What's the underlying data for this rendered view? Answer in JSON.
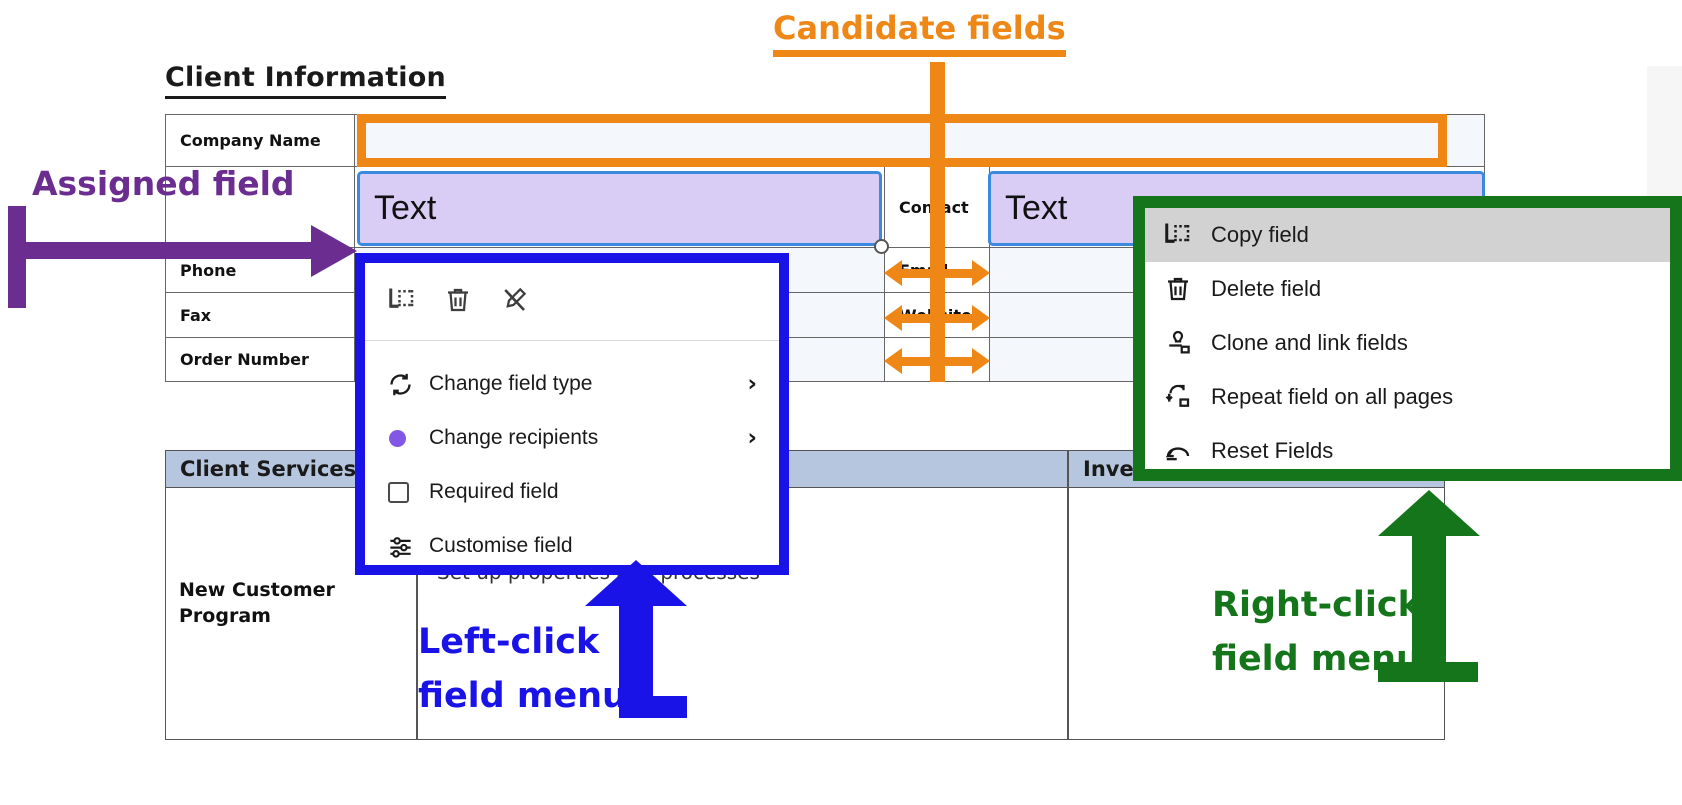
{
  "document": {
    "section_heading": "Client Information",
    "client_info_rows": [
      {
        "label": "Company Name",
        "right_label": "",
        "kind": "candidate"
      },
      {
        "label": "",
        "right_label": "Contact",
        "kind": "assigned"
      },
      {
        "label": "Phone",
        "right_label": "Email",
        "kind": "candidate"
      },
      {
        "label": "Fax",
        "right_label": "Website",
        "kind": "candidate"
      },
      {
        "label": "Order Number",
        "right_label": "",
        "kind": "candidate"
      }
    ],
    "assigned_field_value": "Text",
    "client_services": {
      "headers": [
        "Client Services",
        "Investment"
      ],
      "row_label": "New Customer Program",
      "bullet": "Set up properties and processes"
    }
  },
  "annotations": {
    "candidate": {
      "label": "Candidate fields",
      "color": "#ef8716"
    },
    "assigned": {
      "label": "Assigned field",
      "color": "#6b2d90"
    },
    "left_click": {
      "label": "Left-click\nfield menu",
      "line1": "Left-click",
      "line2": "field menu",
      "color": "#1a13e8"
    },
    "right_click": {
      "label": "Right-click\nfield menu",
      "line1": "Right-click",
      "line2": "field menu",
      "color": "#15751a"
    }
  },
  "left_click_menu": {
    "toolbar": [
      {
        "icon": "copy-field-icon",
        "name": "copy-field"
      },
      {
        "icon": "trash-icon",
        "name": "delete-field"
      },
      {
        "icon": "unassign-pen-icon",
        "name": "unassign-field"
      }
    ],
    "items": [
      {
        "label": "Change field type",
        "icon": "refresh-icon",
        "submenu": true,
        "chevron": "›"
      },
      {
        "label": "Change recipients",
        "icon": "recipient-dot-icon",
        "submenu": true,
        "chevron": "›"
      },
      {
        "label": "Required field",
        "icon": "checkbox-icon",
        "submenu": false,
        "chevron": ""
      },
      {
        "label": "Customise field",
        "icon": "sliders-icon",
        "submenu": false,
        "chevron": ""
      }
    ]
  },
  "right_click_menu": {
    "items": [
      {
        "label": "Copy field",
        "icon": "copy-field-icon",
        "selected": true
      },
      {
        "label": "Delete field",
        "icon": "trash-icon",
        "selected": false
      },
      {
        "label": "Clone and link fields",
        "icon": "stamp-icon",
        "selected": false
      },
      {
        "label": "Repeat field on all pages",
        "icon": "repeat-icon",
        "selected": false
      },
      {
        "label": "Reset Fields",
        "icon": "undo-icon",
        "selected": false
      }
    ]
  },
  "colors": {
    "candidate_orange": "#ef8716",
    "assigned_purple": "#6b2d90",
    "leftclick_blue": "#1a13e8",
    "rightclick_green": "#15751a",
    "field_fill": "#d9cdf5",
    "field_border": "#3b8ae0",
    "candidate_fill": "#f4f7fb",
    "table_header": "#b6c6de"
  }
}
